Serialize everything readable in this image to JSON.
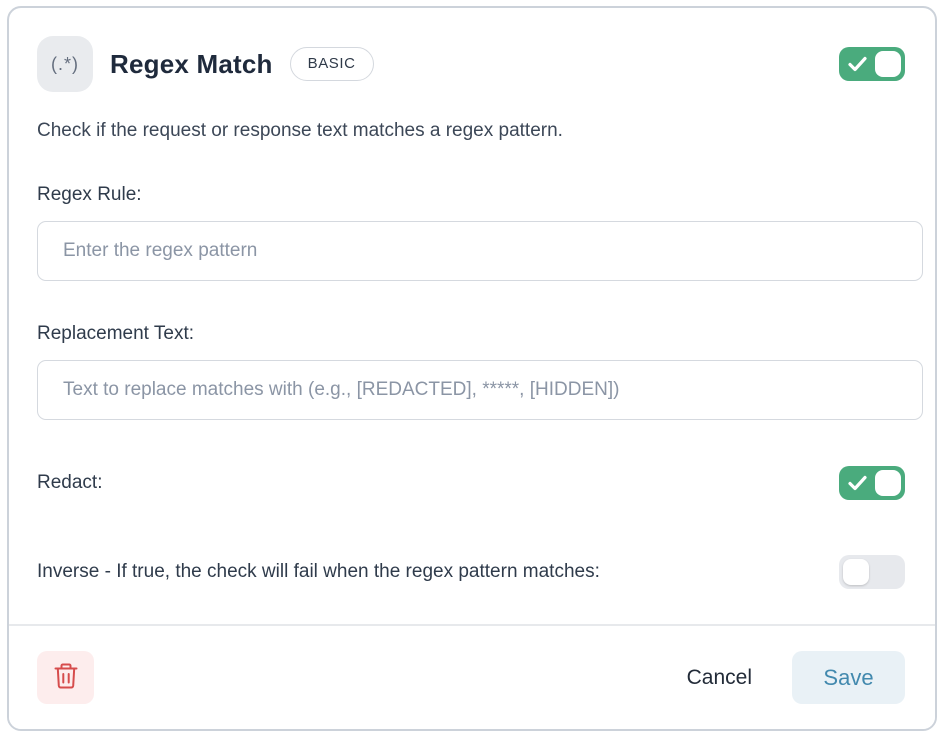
{
  "header": {
    "icon_text": "(.*)",
    "title": "Regex Match",
    "badge": "BASIC",
    "enabled": true
  },
  "description": "Check if the request or response text matches a regex pattern.",
  "fields": {
    "regex_rule": {
      "label": "Regex Rule:",
      "placeholder": "Enter the regex pattern",
      "value": ""
    },
    "replacement_text": {
      "label": "Replacement Text:",
      "placeholder": "Text to replace matches with (e.g., [REDACTED], *****, [HIDDEN])",
      "value": ""
    },
    "redact": {
      "label": "Redact:",
      "on": true
    },
    "inverse": {
      "label": "Inverse - If true, the check will fail when the regex pattern matches:",
      "on": false
    }
  },
  "footer": {
    "cancel_label": "Cancel",
    "save_label": "Save"
  },
  "colors": {
    "toggle_on_green": "#4aab7d",
    "toggle_off_gray": "#e7e9ed",
    "delete_red": "#d64c4c",
    "delete_bg": "#fdeded",
    "save_text_blue": "#4289ae",
    "save_bg": "#e9f1f6",
    "title_dark": "#1f2a3c"
  }
}
